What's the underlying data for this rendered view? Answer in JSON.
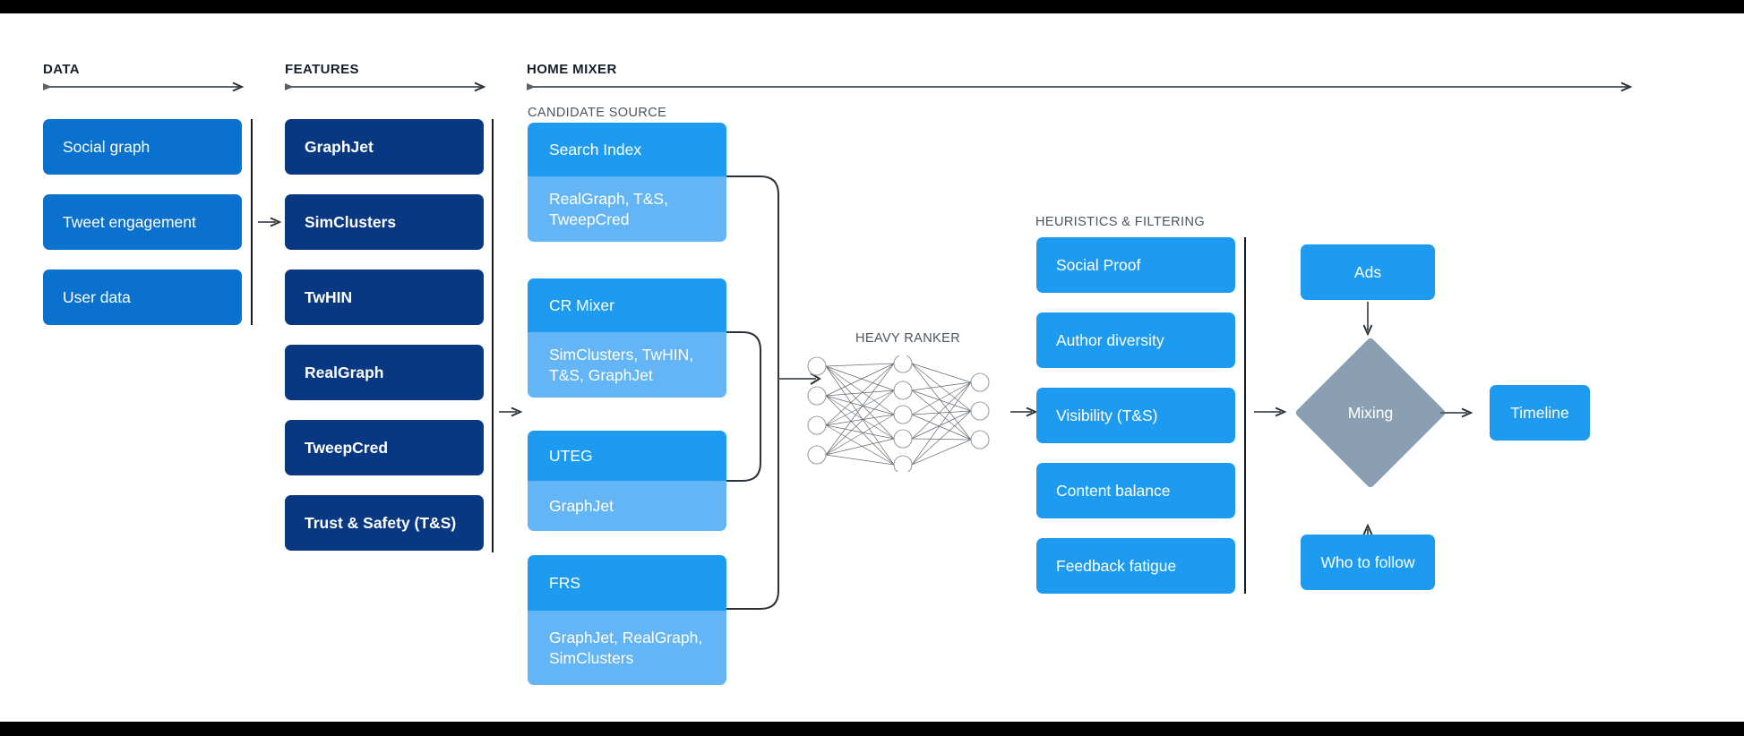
{
  "sections": {
    "data": {
      "label": "DATA"
    },
    "features": {
      "label": "FEATURES"
    },
    "home_mixer": {
      "label": "HOME MIXER"
    },
    "candidate_source": {
      "label": "CANDIDATE SOURCE"
    },
    "heavy_ranker": {
      "label": "HEAVY RANKER"
    },
    "heuristics": {
      "label": "HEURISTICS & FILTERING"
    }
  },
  "data_boxes": [
    {
      "label": "Social graph"
    },
    {
      "label": "Tweet engagement"
    },
    {
      "label": "User data"
    }
  ],
  "feature_boxes": [
    {
      "label": "GraphJet"
    },
    {
      "label": "SimClusters"
    },
    {
      "label": "TwHIN"
    },
    {
      "label": "RealGraph"
    },
    {
      "label": "TweepCred"
    },
    {
      "label": "Trust & Safety (T&S)"
    }
  ],
  "candidate_sources": [
    {
      "title": "Search Index",
      "features": "RealGraph, T&S, TweepCred"
    },
    {
      "title": "CR Mixer",
      "features": "SimClusters, TwHIN, T&S, GraphJet"
    },
    {
      "title": "UTEG",
      "features": "GraphJet"
    },
    {
      "title": "FRS",
      "features": "GraphJet, RealGraph, SimClusters"
    }
  ],
  "heuristic_boxes": [
    {
      "label": "Social Proof"
    },
    {
      "label": "Author diversity"
    },
    {
      "label": "Visibility (T&S)"
    },
    {
      "label": "Content balance"
    },
    {
      "label": "Feedback fatigue"
    }
  ],
  "outputs": {
    "ads": "Ads",
    "mixing": "Mixing",
    "timeline": "Timeline",
    "who_to_follow": "Who to follow"
  },
  "chart_data": {
    "type": "diagram",
    "title": "Twitter Home Mixer recommendation pipeline",
    "neural_network": {
      "layers": [
        4,
        5,
        3
      ],
      "label": "HEAVY RANKER"
    }
  },
  "colors": {
    "data_blue": "#0a71cf",
    "feature_navy": "#093882",
    "accent_blue": "#1d9bf0",
    "light_blue": "#64b5f6",
    "diamond_gray": "#8b9fb3",
    "line": "#58616a",
    "divider": "#1a1a1a"
  }
}
